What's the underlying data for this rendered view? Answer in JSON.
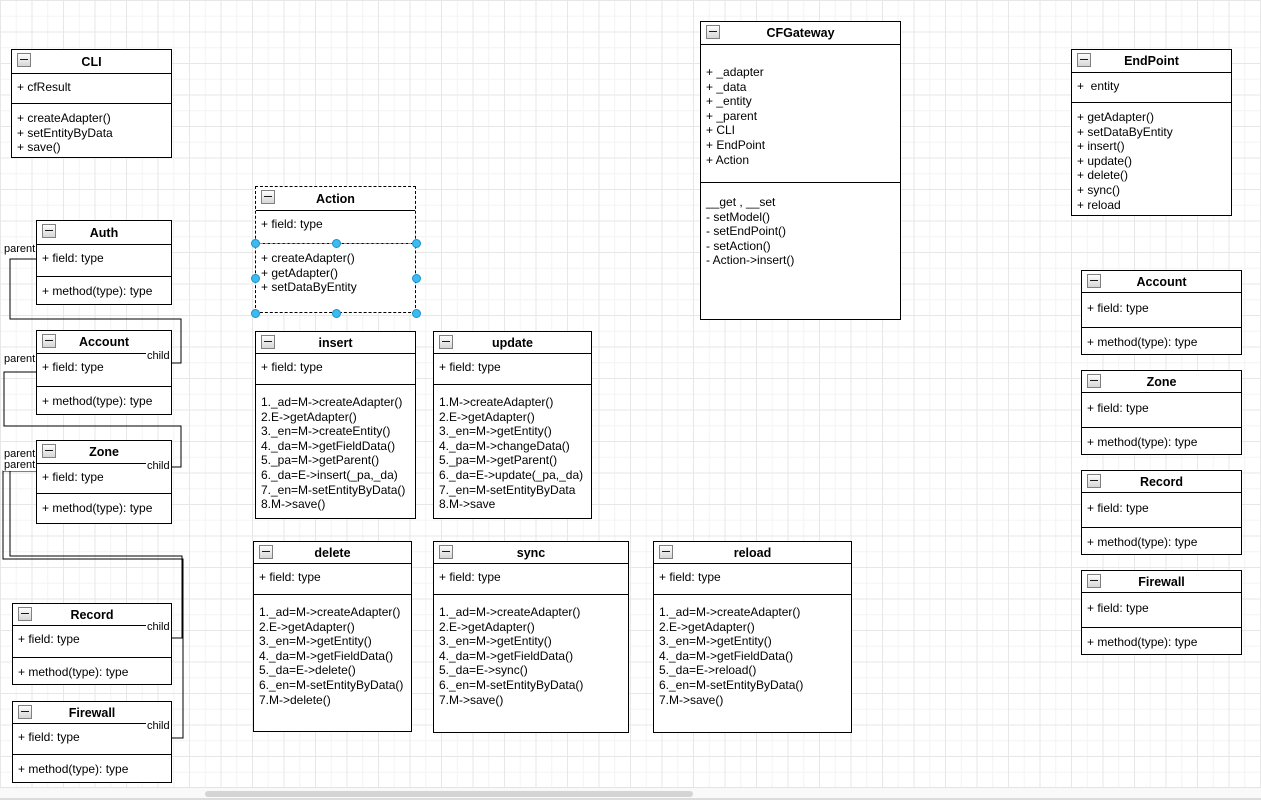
{
  "diagram": {
    "classes": {
      "cli": {
        "title": "CLI",
        "fields": [
          "+ cfResult"
        ],
        "methods": [
          "+ createAdapter()",
          "+ setEntityByData",
          "+ save()"
        ]
      },
      "auth": {
        "title": "Auth",
        "fields": [
          "+ field: type"
        ],
        "methods": [
          "+ method(type): type"
        ]
      },
      "account_left": {
        "title": "Account",
        "fields": [
          "+ field: type"
        ],
        "methods": [
          "+ method(type): type"
        ]
      },
      "zone_left": {
        "title": "Zone",
        "fields": [
          "+ field: type"
        ],
        "methods": [
          "+ method(type): type"
        ]
      },
      "record_left": {
        "title": "Record",
        "fields": [
          "+ field: type"
        ],
        "methods": [
          "+ method(type): type"
        ]
      },
      "firewall_left": {
        "title": "Firewall",
        "fields": [
          "+ field: type"
        ],
        "methods": [
          "+ method(type): type"
        ]
      },
      "action": {
        "title": "Action",
        "fields": [
          "+ field: type"
        ],
        "methods": [
          "+ createAdapter()",
          "+ getAdapter()",
          "+ setDataByEntity"
        ]
      },
      "insert": {
        "title": "insert",
        "fields": [
          "+ field: type"
        ],
        "methods": [
          "1._ad=M->createAdapter()",
          "2.E->getAdapter()",
          "3._en=M->createEntity()",
          "4._da=M->getFieldData()",
          "5._pa=M->getParent()",
          "6._da=E->insert(_pa,_da)",
          "7._en=M-setEntityByData()",
          "8.M->save()"
        ]
      },
      "update": {
        "title": "update",
        "fields": [
          "+ field: type"
        ],
        "methods": [
          "1.M->createAdapter()",
          "2.E->getAdapter()",
          "3._en=M->getEntity()",
          "4._da=M->changeData()",
          "5._pa=M->getParent()",
          "6._da=E->update(_pa,_da)",
          "7._en=M-setEntityByData",
          "8.M->save"
        ]
      },
      "delete": {
        "title": "delete",
        "fields": [
          "+ field: type"
        ],
        "methods": [
          "1._ad=M->createAdapter()",
          "2.E->getAdapter()",
          "3._en=M->getEntity()",
          "4._da=M->getFieldData()",
          "5._da=E->delete()",
          "6._en=M-setEntityByData()",
          "7.M->delete()"
        ]
      },
      "sync": {
        "title": "sync",
        "fields": [
          "+ field: type"
        ],
        "methods": [
          "1._ad=M->createAdapter()",
          "2.E->getAdapter()",
          "3._en=M->getEntity()",
          "4._da=M->getFieldData()",
          "5._da=E->sync()",
          "6._en=M-setEntityByData()",
          "7.M->save()"
        ]
      },
      "reload": {
        "title": "reload",
        "fields": [
          "+ field: type"
        ],
        "methods": [
          "1._ad=M->createAdapter()",
          "2.E->getAdapter()",
          "3._en=M->getEntity()",
          "4._da=M->getFieldData()",
          "5._da=E->reload()",
          "6._en=M-setEntityByData()",
          "7.M->save()"
        ]
      },
      "cfgateway": {
        "title": "CFGateway",
        "fields": [
          "+ _adapter",
          "+ _data",
          "+ _entity",
          "+ _parent",
          "+ CLI",
          "+ EndPoint",
          "+ Action"
        ],
        "methods": [
          "__get , __set",
          "- setModel()",
          "- setEndPoint()",
          "- setAction()",
          "- Action->insert()"
        ]
      },
      "endpoint": {
        "title": "EndPoint",
        "fields": [
          "+  entity"
        ],
        "methods": [
          "+ getAdapter()",
          "+ setDataByEntity",
          "+ insert()",
          "+ update()",
          "+ delete()",
          "+ sync()",
          "+ reload"
        ]
      },
      "account_right": {
        "title": "Account",
        "fields": [
          "+ field: type"
        ],
        "methods": [
          "+ method(type): type"
        ]
      },
      "zone_right": {
        "title": "Zone",
        "fields": [
          "+ field: type"
        ],
        "methods": [
          "+ method(type): type"
        ]
      },
      "record_right": {
        "title": "Record",
        "fields": [
          "+ field: type"
        ],
        "methods": [
          "+ method(type): type"
        ]
      },
      "firewall_right": {
        "title": "Firewall",
        "fields": [
          "+ field: type"
        ],
        "methods": [
          "+ method(type): type"
        ]
      }
    },
    "edge_labels": {
      "auth_parent": "parent",
      "account_parent": "parent",
      "zone_parent_1": "parent",
      "zone_parent_2": "parent",
      "account_child": "child",
      "zone_child": "child",
      "record_child": "child",
      "firewall_child": "child"
    },
    "selection_color": "#3dbbee"
  }
}
